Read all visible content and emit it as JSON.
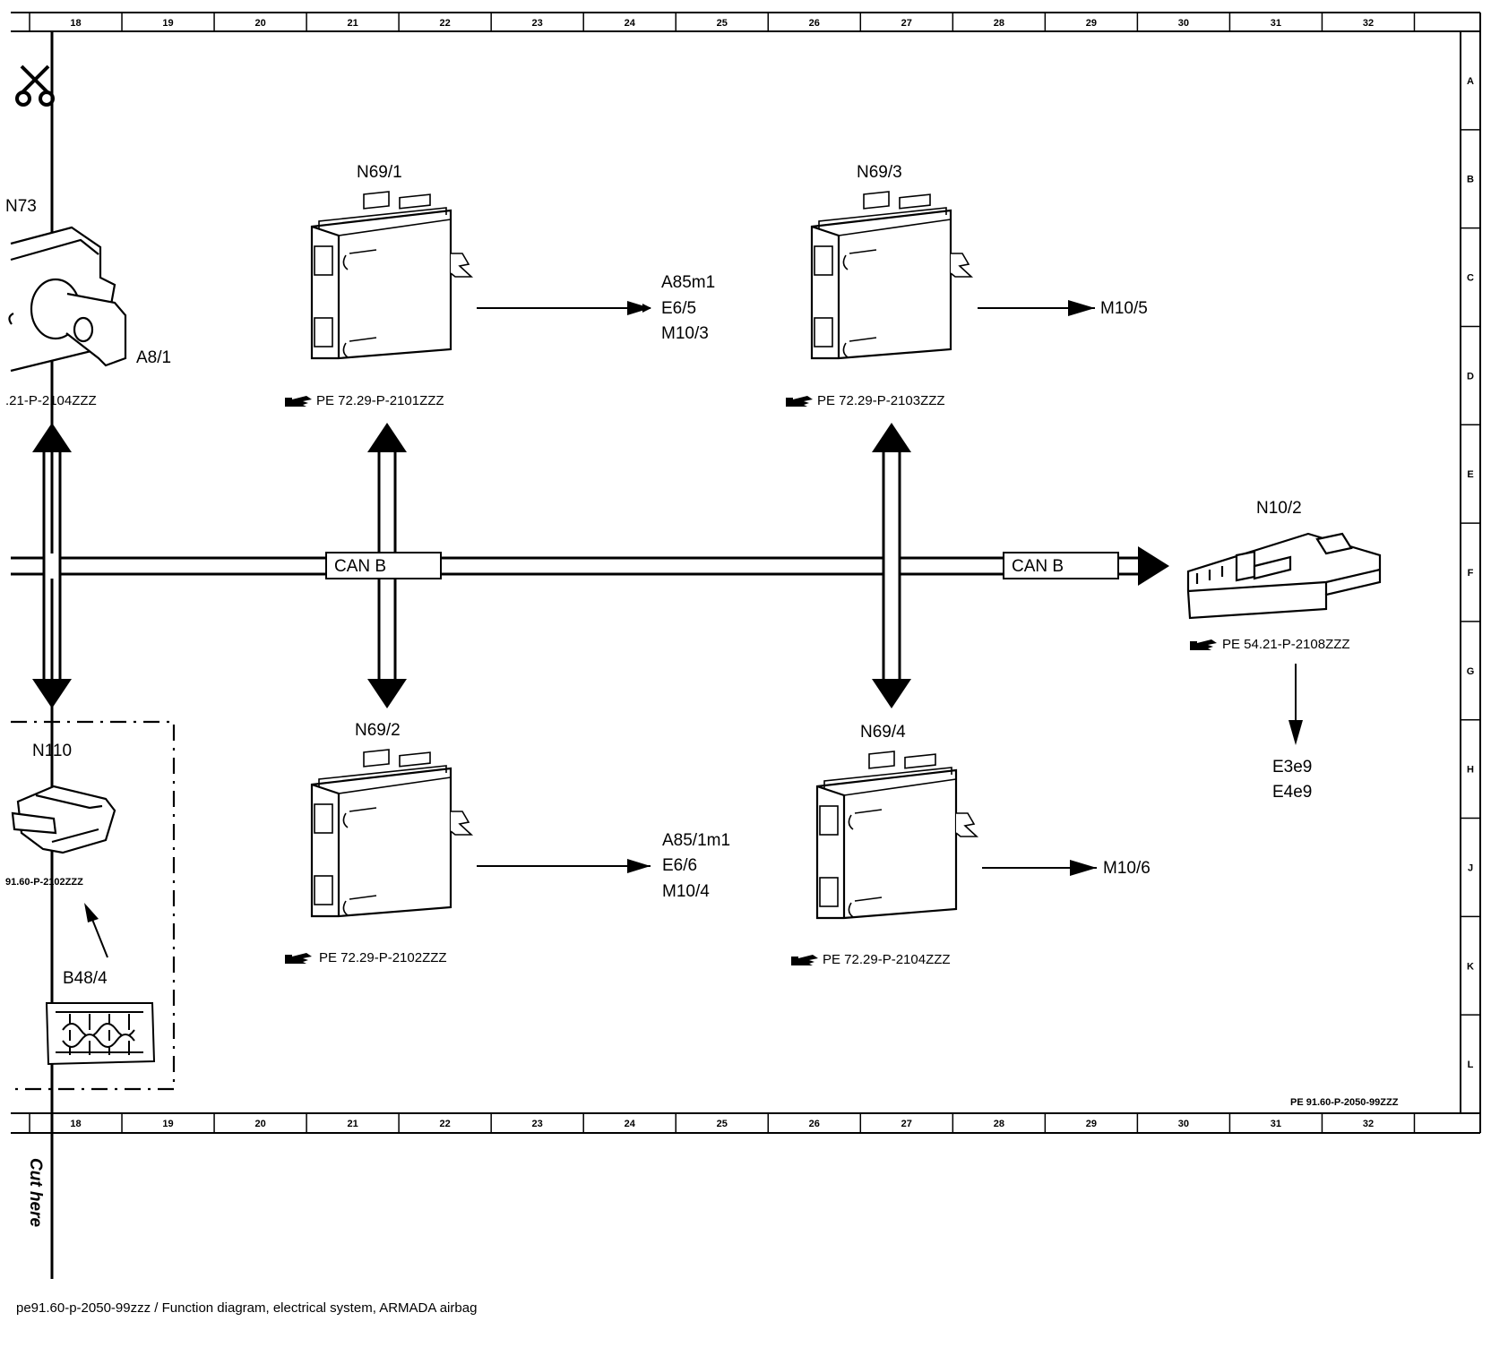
{
  "frame": {
    "column_numbers": [
      "18",
      "19",
      "20",
      "21",
      "22",
      "23",
      "24",
      "25",
      "26",
      "27",
      "28",
      "29",
      "30",
      "31",
      "32"
    ],
    "row_letters": [
      "A",
      "B",
      "C",
      "D",
      "E",
      "F",
      "G",
      "H",
      "J",
      "K",
      "L"
    ]
  },
  "components": {
    "n73": {
      "name": "N73",
      "sub_label": "A8/1",
      "ref": ".21-P-2104ZZZ"
    },
    "n69_1": {
      "name": "N69/1",
      "ref": "PE 72.29-P-2101ZZZ",
      "outputs": [
        "A85m1",
        "E6/5",
        "M10/3"
      ]
    },
    "n69_3": {
      "name": "N69/3",
      "ref": "PE 72.29-P-2103ZZZ",
      "outputs": [
        "M10/5"
      ]
    },
    "n69_2": {
      "name": "N69/2",
      "ref": "PE 72.29-P-2102ZZZ",
      "outputs": [
        "A85/1m1",
        "E6/6",
        "M10/4"
      ]
    },
    "n69_4": {
      "name": "N69/4",
      "ref": "PE 72.29-P-2104ZZZ",
      "outputs": [
        "M10/6"
      ]
    },
    "n10_2": {
      "name": "N10/2",
      "ref": "PE 54.21-P-2108ZZZ",
      "outputs": [
        "E3e9",
        "E4e9"
      ]
    },
    "n110": {
      "name": "N110",
      "ref": "91.60-P-2102ZZZ",
      "sensor": "B48/4"
    }
  },
  "bus": {
    "label_1": "CAN B",
    "label_2": "CAN B"
  },
  "sheet_ref": "PE 91.60-P-2050-99ZZZ",
  "cut_text": "Cut here",
  "footer_caption": "pe91.60-p-2050-99zzz / Function diagram, electrical system, ARMADA airbag",
  "icons": [
    "scissors-icon",
    "pointing-hand-icon"
  ]
}
